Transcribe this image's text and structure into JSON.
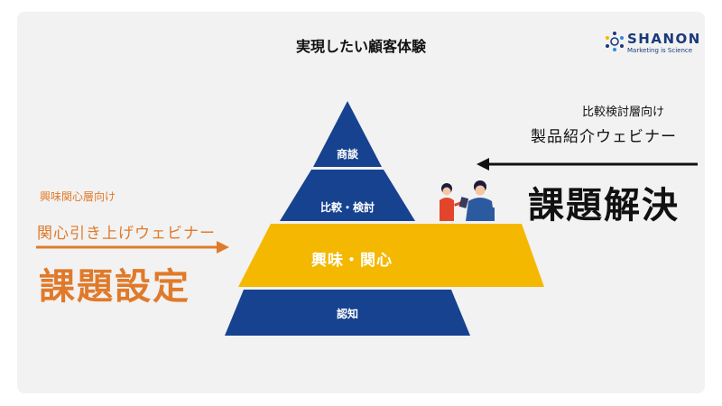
{
  "title": "実現したい顧客体験",
  "logo": {
    "name": "SHANON",
    "tagline": "Marketing is Science"
  },
  "pyramid": {
    "levels": [
      {
        "label": "商談",
        "color": "#17428f"
      },
      {
        "label": "比較・検討",
        "color": "#17428f"
      },
      {
        "label": "興味・関心",
        "color": "#f5b800"
      },
      {
        "label": "認知",
        "color": "#17428f"
      }
    ]
  },
  "right": {
    "small": "比較検討層向け",
    "mid": "製品紹介ウェビナー",
    "big": "課題解決"
  },
  "left": {
    "small": "興味関心層向け",
    "mid": "関心引き上げウェビナー",
    "big": "課題設定"
  },
  "colors": {
    "accent": "#e07a2a",
    "navy": "#17428f",
    "yellow": "#f5b800"
  }
}
